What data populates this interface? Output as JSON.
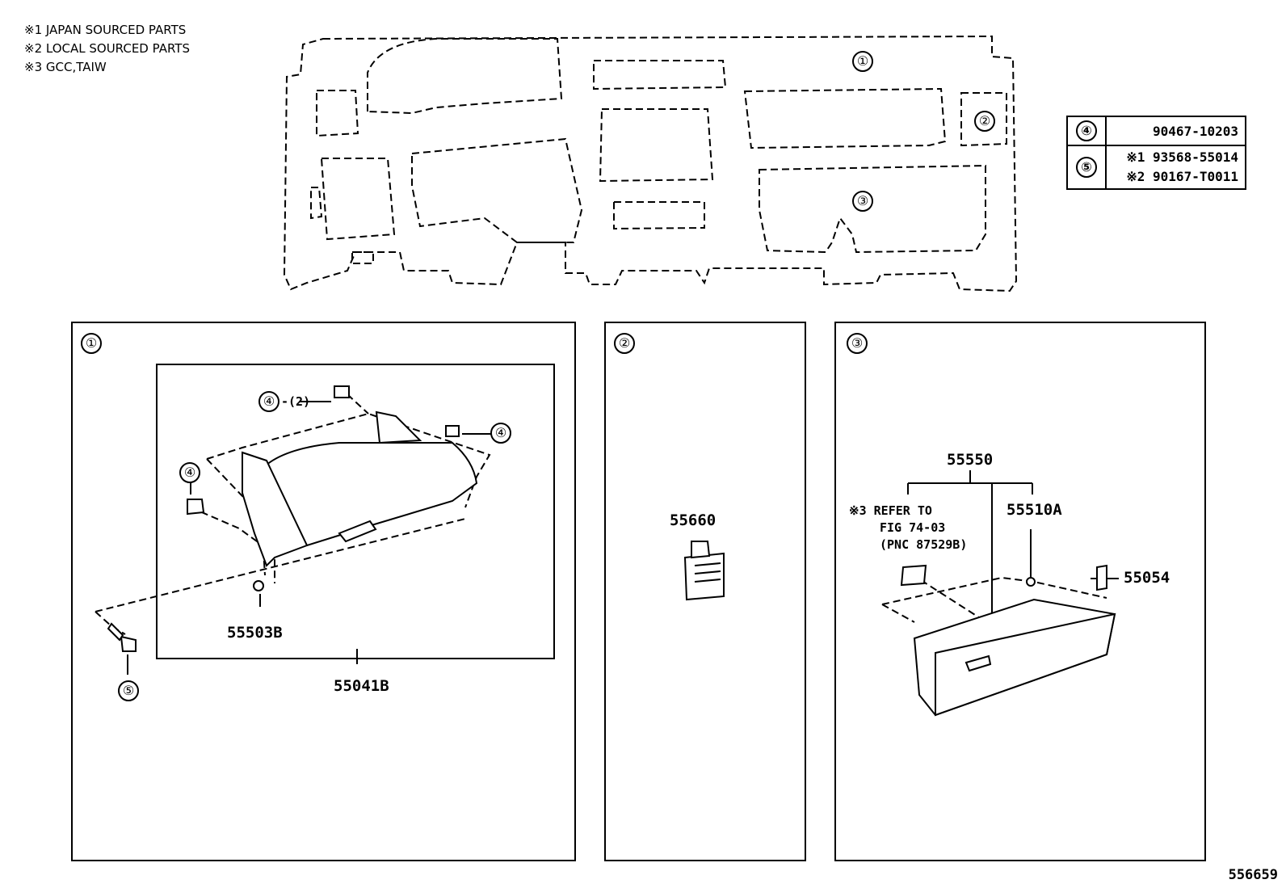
{
  "notes": [
    "※1 JAPAN SOURCED PARTS",
    "※2 LOCAL SOURCED PARTS",
    "※3 GCC,TAIW"
  ],
  "overview_callouts": [
    "①",
    "②",
    "③"
  ],
  "ref_table": [
    {
      "key": "④",
      "parts": [
        "90467-10203"
      ]
    },
    {
      "key": "⑤",
      "parts": [
        "※1 93568-55014",
        "※2 90167-T0011"
      ]
    }
  ],
  "panel1": {
    "index": "①",
    "callout_4_top": "④",
    "qty_4_top": "-(2)",
    "callout_4_right": "④",
    "callout_4_left": "④",
    "callout_5": "⑤",
    "part_55503B": "55503B",
    "part_55041B": "55041B"
  },
  "panel2": {
    "index": "②",
    "part_55660": "55660"
  },
  "panel3": {
    "index": "③",
    "part_55550": "55550",
    "part_55510A": "55510A",
    "part_55054": "55054",
    "refer_lines": [
      "※3 REFER TO",
      "FIG 74-03",
      "(PNC 87529B)"
    ]
  },
  "diagram_id": "556659",
  "colors": {
    "ink": "#000000",
    "paper": "#ffffff"
  }
}
